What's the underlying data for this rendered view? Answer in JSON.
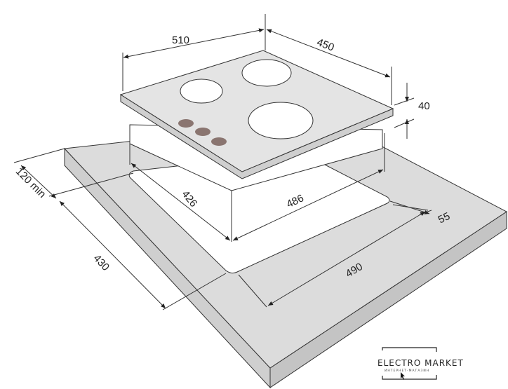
{
  "dimensions": {
    "hob_width": "510",
    "hob_depth": "450",
    "hob_height": "40",
    "cutout_depth": "426",
    "cutout_width": "486",
    "edge_distance": "55",
    "counter_width": "490",
    "counter_depth": "430",
    "front_clearance": "120 min"
  },
  "logo": {
    "title": "ELECTRO MARKET",
    "subtitle": "ИНТЕРНЕТ-МАГАЗИН"
  },
  "colors": {
    "slab": "#d9d9d9",
    "glass": "#e4e4e4",
    "knob": "#8a7570",
    "line": "#333333"
  }
}
